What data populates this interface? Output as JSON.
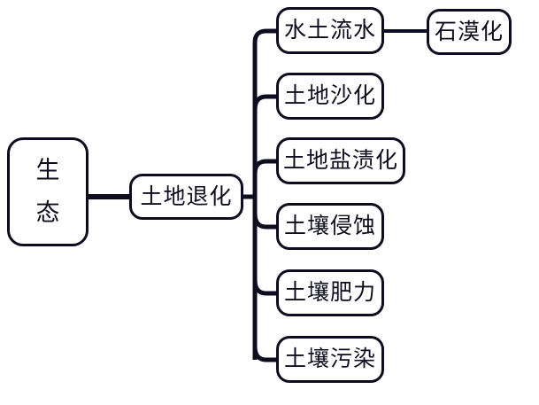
{
  "diagram": {
    "type": "mind-map",
    "orientation": "left-to-right",
    "title": "",
    "colors": {
      "stroke": "#0d0d1f",
      "node_fill": "#ffffff",
      "background": "#ffffff",
      "text": "#0d0d1f"
    },
    "root": {
      "id": "root",
      "label": "生\n态",
      "label_plain": "生态"
    },
    "branch": {
      "id": "land-degradation",
      "label": "土地退化"
    },
    "children": [
      {
        "id": "soil-water-loss",
        "label": "水土流水"
      },
      {
        "id": "land-desertification",
        "label": "土地沙化"
      },
      {
        "id": "land-salinization",
        "label": "土地盐渍化"
      },
      {
        "id": "soil-erosion",
        "label": "土壤侵蚀"
      },
      {
        "id": "soil-fertility",
        "label": "土壤肥力"
      },
      {
        "id": "soil-pollution",
        "label": "土壤污染"
      }
    ],
    "grandchildren": [
      {
        "id": "rocky-desertification",
        "label": "石漠化",
        "parent": "soil-water-loss"
      }
    ],
    "edges": [
      {
        "from": "root",
        "to": "land-degradation"
      },
      {
        "from": "land-degradation",
        "to": "soil-water-loss"
      },
      {
        "from": "land-degradation",
        "to": "land-desertification"
      },
      {
        "from": "land-degradation",
        "to": "land-salinization"
      },
      {
        "from": "land-degradation",
        "to": "soil-erosion"
      },
      {
        "from": "land-degradation",
        "to": "soil-fertility"
      },
      {
        "from": "land-degradation",
        "to": "soil-pollution"
      },
      {
        "from": "soil-water-loss",
        "to": "rocky-desertification"
      }
    ]
  }
}
